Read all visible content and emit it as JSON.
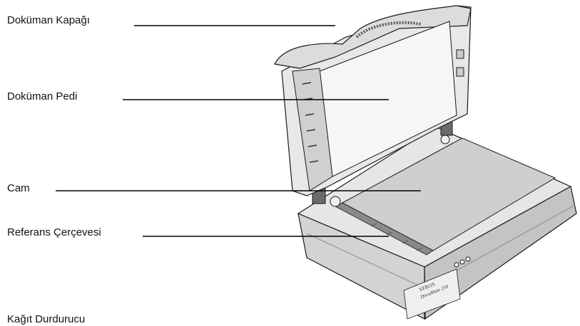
{
  "labels": {
    "document_cover": "Doküman Kapağı",
    "document_pad": "Doküman Pedi",
    "glass": "Cam",
    "reference_frame": "Referans Çerçevesi",
    "paper_stop": "Kağıt Durdurucu"
  },
  "device": {
    "brand": "XEROX",
    "model": "DocuMate 250"
  },
  "colors": {
    "body": "#e4e4e4",
    "body_shadow": "#b9b9b9",
    "glass": "#cfcfcf",
    "pad": "#f4f4f4",
    "outline": "#1a1a1a",
    "leader": "#000000"
  }
}
